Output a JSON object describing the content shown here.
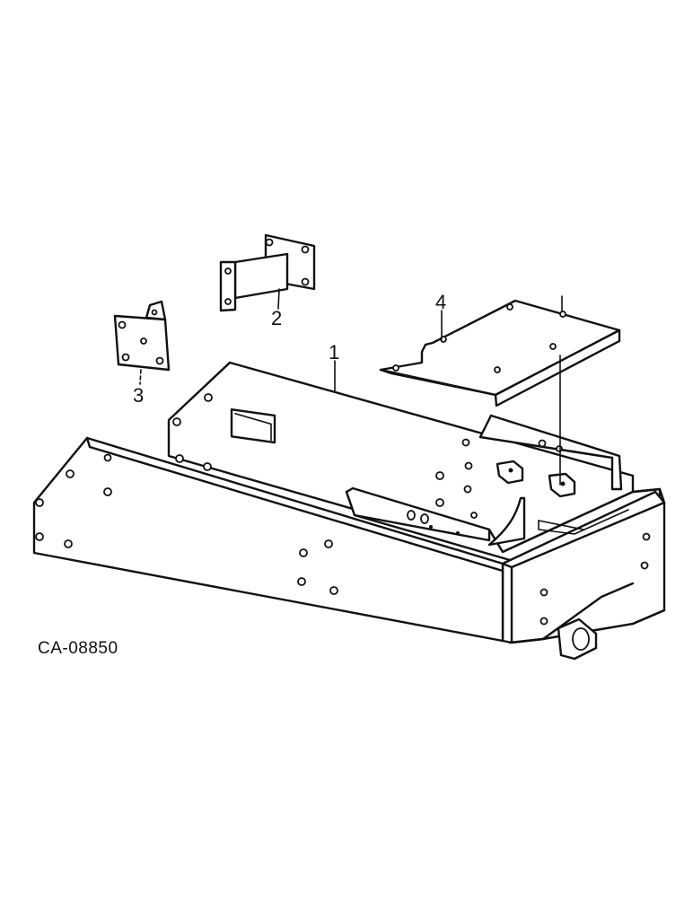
{
  "diagram": {
    "drawing_code": "CA-08850",
    "callouts": [
      {
        "id": "1",
        "label": "1"
      },
      {
        "id": "2",
        "label": "2"
      },
      {
        "id": "3",
        "label": "3"
      },
      {
        "id": "4",
        "label": "4"
      }
    ],
    "colors": {
      "ink": "#111111",
      "paper": "#ffffff"
    }
  }
}
